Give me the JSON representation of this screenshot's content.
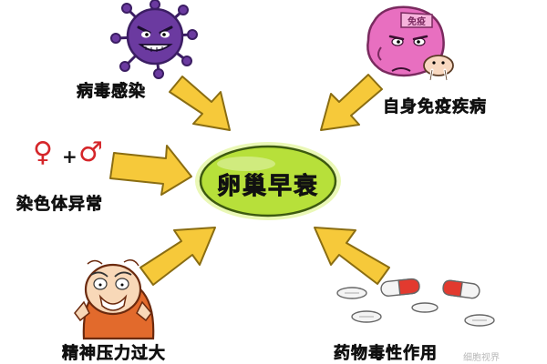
{
  "center": {
    "label": "卵巢早衰"
  },
  "causes": {
    "virus": "病毒感染",
    "autoimmune": "自身免疫疾病",
    "chromosome": "染色体异常",
    "stress": "精神压力过大",
    "drug": "药物毒性作用"
  },
  "gender_symbols": {
    "female": "♀",
    "plus": "+",
    "male": "♂"
  },
  "stamp_text": "免疫",
  "watermark": "细胞视界",
  "colors": {
    "arrow_fill": "#f6c93a",
    "arrow_stroke": "#8a6d12",
    "center_fill": "#b7e03a",
    "center_glow": "#d8f37a",
    "virus": "#6b3aa0",
    "autoimmune": "#e86fc0",
    "female": "#d5262a",
    "male": "#d5262a",
    "pill_white": "#f4f4f4",
    "pill_red": "#e23a2f"
  }
}
